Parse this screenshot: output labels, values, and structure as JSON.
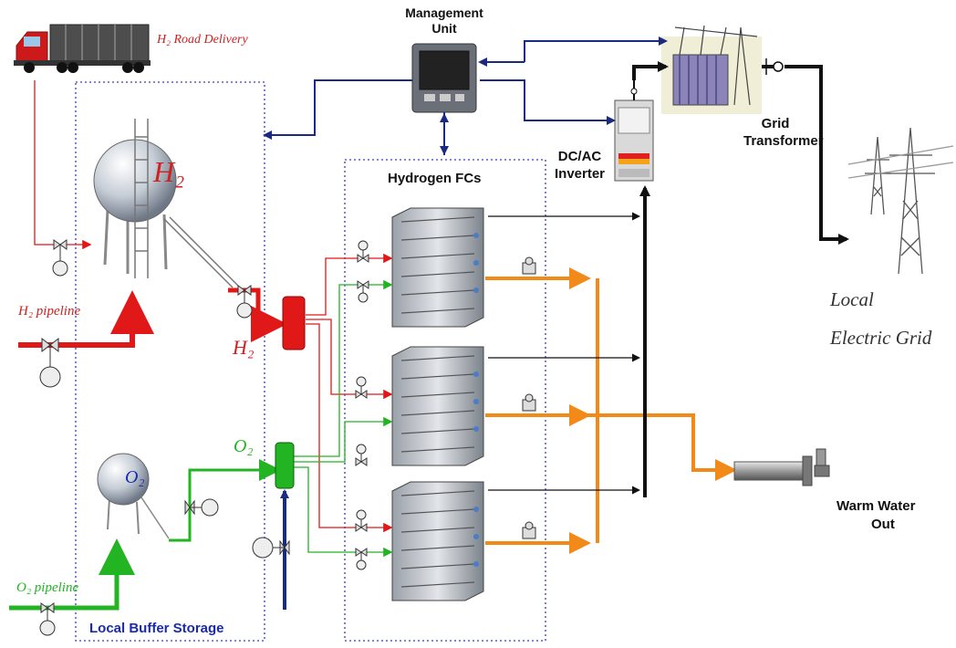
{
  "labels": {
    "h2_road_delivery": "H₂ Road Delivery",
    "management_unit": "Management Unit",
    "grid_transformer": "Grid Transformer",
    "dc_ac_inverter": "DC/AC Inverter",
    "hydrogen_fcs": "Hydrogen FCs",
    "h2_tank_label": "H₂",
    "h2_pipeline": "H₂ pipeline",
    "h2_header": "H₂",
    "o2_tank_label": "O₂",
    "o2_header": "O₂",
    "o2_pipeline": "O₂ pipeline",
    "local_buffer_storage": "Local Buffer Storage",
    "local_electric_grid_line1": "Local",
    "local_electric_grid_line2": "Electric Grid",
    "warm_water_out_line1": "Warm Water",
    "warm_water_out_line2": "Out"
  },
  "colors": {
    "hydrogen": "#e01818",
    "oxygen": "#22b422",
    "heat": "#f28a1a",
    "control": "#1a2a80",
    "power": "#111111",
    "boundary": "#3a3ad0"
  },
  "icons": [
    "truck-icon",
    "h2-sphere-tank-icon",
    "o2-sphere-tank-icon",
    "controller-icon",
    "inverter-icon",
    "transformer-icon",
    "pylon-icon",
    "fuel-cell-stack-icon",
    "valve-icon",
    "pipe-outlet-icon"
  ]
}
